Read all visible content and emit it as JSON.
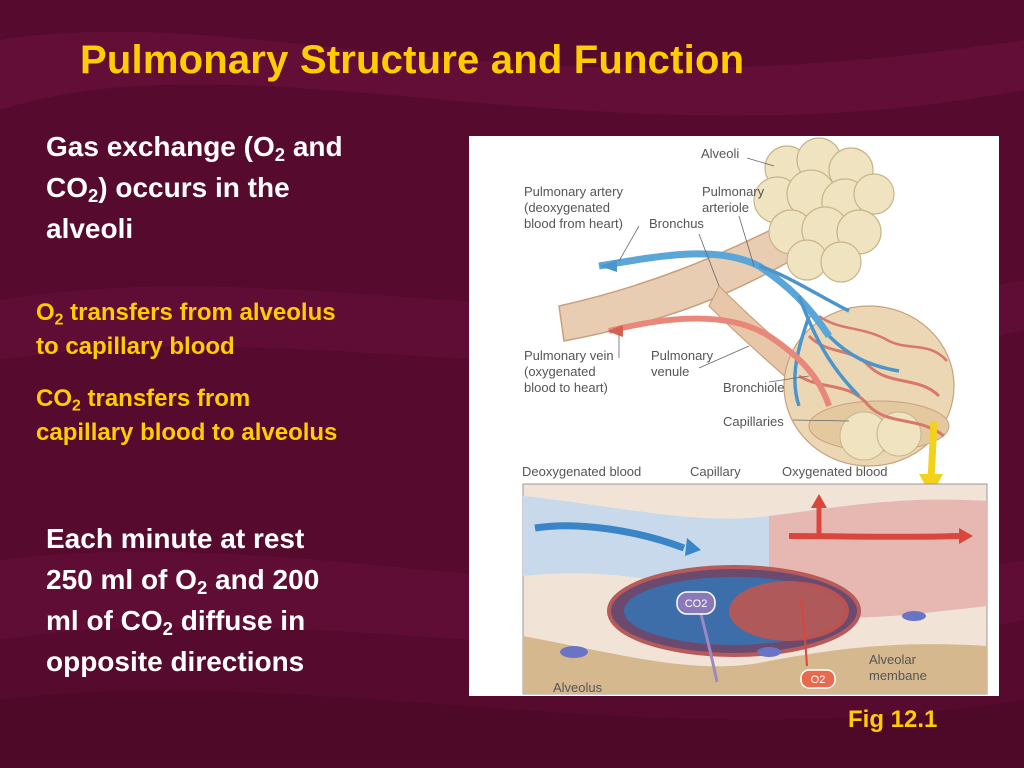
{
  "slide": {
    "title": "Pulmonary Structure and Function",
    "point1": {
      "line1a": "Gas exchange (O",
      "line1sub": "2",
      "line1b": " and",
      "line2a": "CO",
      "line2sub": "2",
      "line2b": ") occurs in the",
      "line3": "alveoli"
    },
    "point2": {
      "l1sub_pre": "O",
      "l1sub": "2",
      "l1rest": " transfers from alveolus",
      "l2": "to capillary blood"
    },
    "point3": {
      "l1pre": "CO",
      "l1sub": "2",
      "l1rest": " transfers from",
      "l2": "capillary blood to alveolus"
    },
    "point4": {
      "l1": "Each minute at rest",
      "l2a": "250 ml of O",
      "l2sub": "2",
      "l2b": " and 200",
      "l3a": "ml of CO",
      "l3sub": "2",
      "l3b": " diffuse in",
      "l4": "opposite directions"
    },
    "caption": "Fig 12.1"
  },
  "figure": {
    "labels": {
      "alveoli": "Alveoli",
      "pulm_artery_1": "Pulmonary artery",
      "pulm_artery_2": "(deoxygenated",
      "pulm_artery_3": "blood from heart)",
      "pulm_arteriole_1": "Pulmonary",
      "pulm_arteriole_2": "arteriole",
      "bronchus": "Bronchus",
      "pulm_vein_1": "Pulmonary vein",
      "pulm_vein_2": "(oxygenated",
      "pulm_vein_3": "blood to heart)",
      "pulm_venule_1": "Pulmonary",
      "pulm_venule_2": "venule",
      "bronchiole": "Bronchiole",
      "capillaries": "Capillaries",
      "deoxy_blood": "Deoxygenated blood",
      "capillary": "Capillary",
      "oxy_blood": "Oxygenated blood",
      "co2": "CO2",
      "o2": "O2",
      "alveolar_membrane_1": "Alveolar",
      "alveolar_membrane_2": "membane",
      "alveolus": "Alveolus"
    }
  },
  "colors": {
    "background": "#5a0a30",
    "title": "#ffcc00",
    "body_text": "#ffffff",
    "highlight_text": "#ffcc00"
  }
}
